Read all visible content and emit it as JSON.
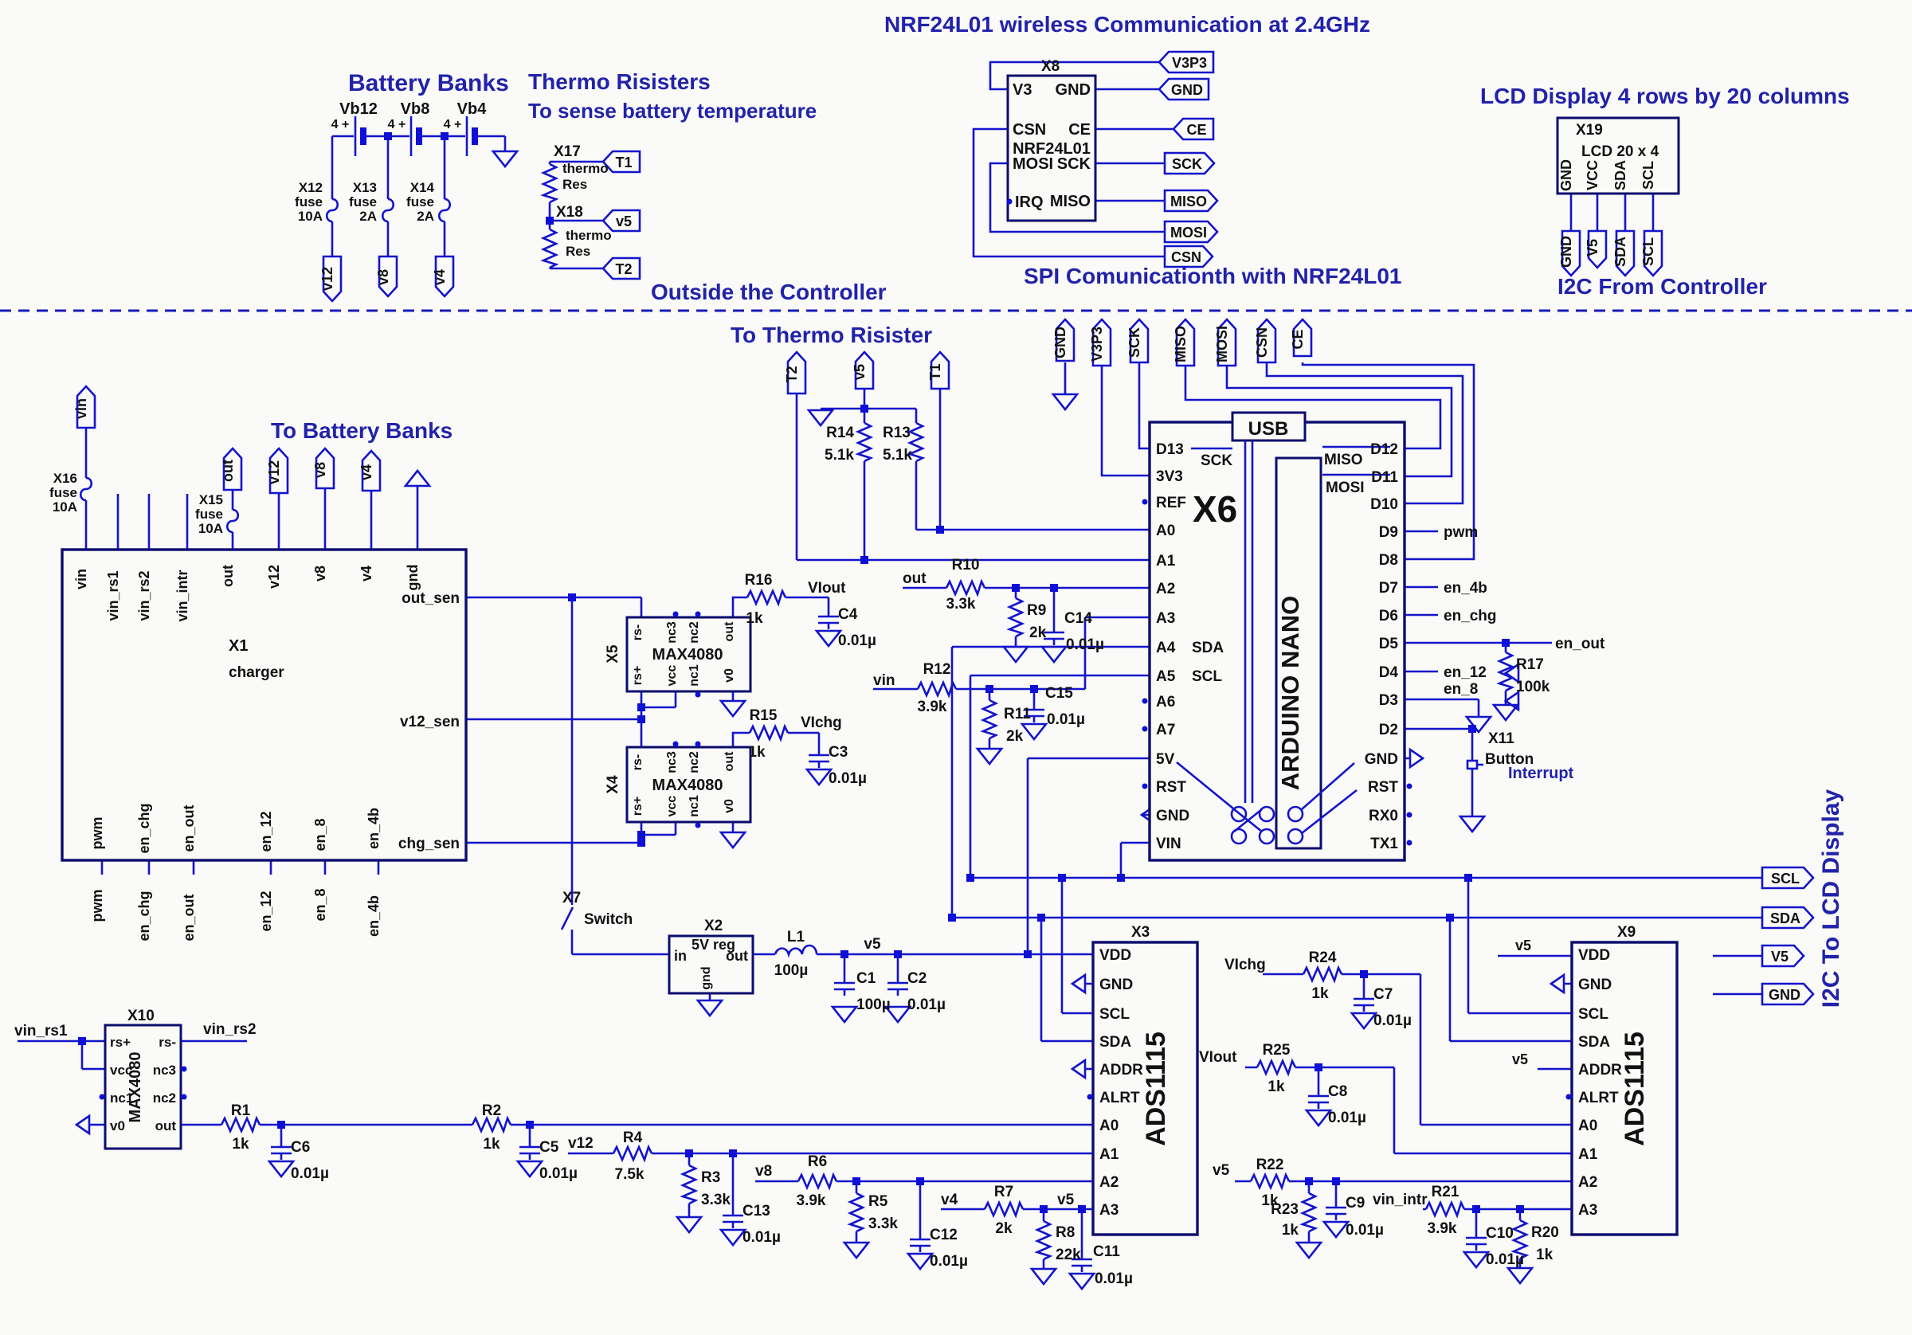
{
  "colors": {
    "background": "#fafaf8",
    "wire": "#1414cc",
    "block_border": "#0c0c6e",
    "heading_text": "#2222aa",
    "label_text": "#111111",
    "junction": "#0f0fd6"
  },
  "headings": {
    "battery_banks": "Battery Banks",
    "thermo_title": "Thermo Risisters",
    "thermo_subtitle": "To sense battery temperature",
    "nrf_title": "NRF24L01 wireless Communication at 2.4GHz",
    "lcd_title": "LCD Display 4 rows by 20 columns",
    "outside": "Outside the Controller",
    "spi": "SPI Comunicationth with NRF24L01",
    "i2c_from": "I2C From Controller",
    "to_battery_banks": "To Battery Banks",
    "to_thermo": "To Thermo Risister",
    "i2c_to_lcd": "I2C To LCD Display",
    "interrupt": "Interrupt"
  },
  "tags": {
    "gnd": "GND",
    "v3p3": "V3P3",
    "sck": "SCK",
    "miso": "MISO",
    "mosi": "MOSI",
    "csn": "CSN",
    "ce": "CE",
    "scl": "SCL",
    "sda": "SDA",
    "v5_upper": "V5",
    "v5": "v5",
    "v12": "v12",
    "v8": "v8",
    "v4": "v4",
    "vin": "vin",
    "out": "out",
    "t1": "T1",
    "t2": "T2"
  },
  "nets": {
    "vin_rs1": "vin_rs1",
    "vin_rs2": "vin_rs2",
    "vin_intr": "vin_intr",
    "pwm": "pwm",
    "en_chg": "en_chg",
    "en_out": "en_out",
    "en_12": "en_12",
    "en_8": "en_8",
    "en_4b": "en_4b",
    "viout": "VIout",
    "vichg": "VIchg",
    "plus_4": "4 +"
  },
  "batteries": {
    "vb12": "Vb12",
    "vb8": "Vb8",
    "vb4": "Vb4"
  },
  "fuses": {
    "word": "fuse",
    "x12": {
      "ref": "X12",
      "rating": "10A"
    },
    "x13": {
      "ref": "X13",
      "rating": "2A"
    },
    "x14": {
      "ref": "X14",
      "rating": "2A"
    },
    "x15": {
      "ref": "X15",
      "rating": "10A"
    },
    "x16": {
      "ref": "X16",
      "rating": "10A"
    }
  },
  "thermo": {
    "x17": "X17",
    "x18": "X18",
    "word1": "thermo",
    "word2": "Res"
  },
  "nrf": {
    "ref": "X8",
    "name": "NRF24L01",
    "left": [
      "V3",
      "CSN",
      "MOSI",
      "IRQ"
    ],
    "right": [
      "GND",
      "CE",
      "SCK",
      "MISO"
    ]
  },
  "lcd": {
    "ref": "X19",
    "name": "LCD 20 x 4",
    "pins": [
      "GND",
      "VCC",
      "SDA",
      "SCL"
    ]
  },
  "x1": {
    "ref": "X1",
    "name": "charger",
    "top": [
      "vin",
      "vin_rs1",
      "vin_rs2",
      "vin_intr",
      "out",
      "v12",
      "v8",
      "v4",
      "gnd"
    ],
    "right": [
      "out_sen",
      "v12_sen",
      "chg_sen"
    ],
    "bottom": [
      "pwm",
      "en_chg",
      "en_out",
      "en_12",
      "en_8",
      "en_4b"
    ]
  },
  "max4080": {
    "name": "MAX4080",
    "x5": "X5",
    "x4": "X4",
    "x10": "X10",
    "rs_plus": "rs+",
    "rs_minus": "rs-",
    "vcc": "vcc",
    "nc1": "nc1",
    "nc2": "nc2",
    "nc3": "nc3",
    "v0": "v0",
    "out": "out"
  },
  "x2": {
    "ref": "X2",
    "name": "5V reg",
    "pin_in": "in",
    "pin_out": "out",
    "pin_gnd": "gnd"
  },
  "x7": {
    "ref": "X7",
    "name": "Switch"
  },
  "x11": {
    "ref": "X11",
    "name": "Button"
  },
  "x6": {
    "ref": "X6",
    "name": "ARDUINO NANO",
    "usb": "USB",
    "left": [
      "D13",
      "3V3",
      "REF",
      "A0",
      "A1",
      "A2",
      "A3",
      "A4",
      "A5",
      "A6",
      "A7",
      "5V",
      "RST",
      "GND",
      "VIN"
    ],
    "right": [
      "D12",
      "D11",
      "D10",
      "D9",
      "D8",
      "D7",
      "D6",
      "D5",
      "D4",
      "D3",
      "D2",
      "GND",
      "RST",
      "RX0",
      "TX1"
    ],
    "sub_sck": "SCK",
    "sub_miso": "MISO",
    "sub_mosi": "MOSI",
    "sub_sda": "SDA",
    "sub_scl": "SCL"
  },
  "ads1115": {
    "name": "ADS1115",
    "x3": "X3",
    "x9": "X9",
    "pins": [
      "VDD",
      "GND",
      "SCL",
      "SDA",
      "ADDR",
      "ALRT",
      "A0",
      "A1",
      "A2",
      "A3"
    ]
  },
  "inductor": {
    "ref": "L1",
    "val": "100µ"
  },
  "resistors": {
    "r1": {
      "ref": "R1",
      "val": "1k"
    },
    "r2": {
      "ref": "R2",
      "val": "1k"
    },
    "r3": {
      "ref": "R3",
      "val": "3.3k"
    },
    "r4": {
      "ref": "R4",
      "val": "7.5k"
    },
    "r5": {
      "ref": "R5",
      "val": "3.3k"
    },
    "r6": {
      "ref": "R6",
      "val": "3.9k"
    },
    "r7": {
      "ref": "R7",
      "val": "2k"
    },
    "r8": {
      "ref": "R8",
      "val": "22k"
    },
    "r9": {
      "ref": "R9",
      "val": "2k"
    },
    "r10": {
      "ref": "R10",
      "val": "3.3k"
    },
    "r11": {
      "ref": "R11",
      "val": "2k"
    },
    "r12": {
      "ref": "R12",
      "val": "3.9k"
    },
    "r13": {
      "ref": "R13",
      "val": "5.1k"
    },
    "r14": {
      "ref": "R14",
      "val": "5.1k"
    },
    "r15": {
      "ref": "R15",
      "val": "1k"
    },
    "r16": {
      "ref": "R16",
      "val": "1k"
    },
    "r17": {
      "ref": "R17",
      "val": "100k"
    },
    "r20": {
      "ref": "R20",
      "val": "1k"
    },
    "r21": {
      "ref": "R21",
      "val": "3.9k"
    },
    "r22": {
      "ref": "R22",
      "val": "1k"
    },
    "r23": {
      "ref": "R23",
      "val": "1k"
    },
    "r24": {
      "ref": "R24",
      "val": "1k"
    },
    "r25": {
      "ref": "R25",
      "val": "1k"
    }
  },
  "caps": {
    "c1": {
      "ref": "C1",
      "val": "100µ"
    },
    "c2": {
      "ref": "C2",
      "val": "0.01µ"
    },
    "c3": {
      "ref": "C3",
      "val": "0.01µ"
    },
    "c4": {
      "ref": "C4",
      "val": "0.01µ"
    },
    "c5": {
      "ref": "C5",
      "val": "0.01µ"
    },
    "c6": {
      "ref": "C6",
      "val": "0.01µ"
    },
    "c7": {
      "ref": "C7",
      "val": "0.01µ"
    },
    "c8": {
      "ref": "C8",
      "val": "0.01µ"
    },
    "c9": {
      "ref": "C9",
      "val": "0.01µ"
    },
    "c10": {
      "ref": "C10",
      "val": "0.01µ"
    },
    "c11": {
      "ref": "C11",
      "val": "0.01µ"
    },
    "c12": {
      "ref": "C12",
      "val": "0.01µ"
    },
    "c13": {
      "ref": "C13",
      "val": "0.01µ"
    },
    "c14": {
      "ref": "C14",
      "val": "0.01µ"
    },
    "c15": {
      "ref": "C15",
      "val": "0.01µ"
    }
  }
}
